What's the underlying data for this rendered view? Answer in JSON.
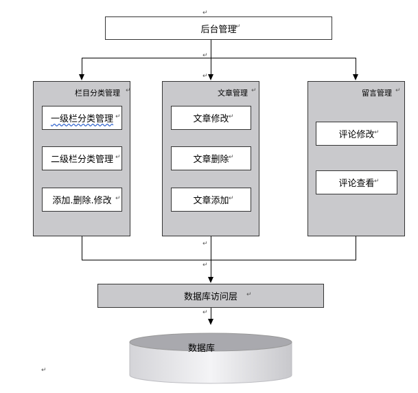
{
  "top": {
    "label": "后台管理"
  },
  "groups": [
    {
      "title": "栏目分类管理",
      "items": [
        "一级栏分类管理",
        "二级栏分类管理",
        "添加.删除.修改"
      ]
    },
    {
      "title": "文章管理",
      "items": [
        "文章修改",
        "文章删除",
        "文章添加"
      ]
    },
    {
      "title": "留言管理",
      "items": [
        "评论修改",
        "评论查看"
      ]
    }
  ],
  "dal": {
    "label": "数据库访问层"
  },
  "db": {
    "label": "数据库"
  },
  "marks": {
    "return": "↵"
  }
}
